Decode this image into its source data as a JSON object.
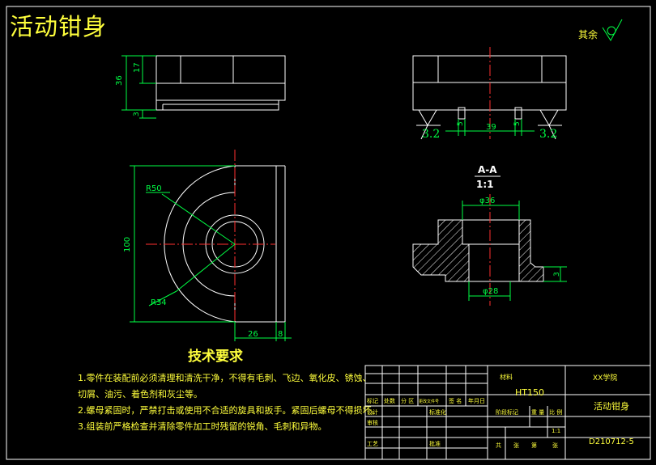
{
  "drawing": {
    "title": "活动钳身",
    "roughness_note": "其余",
    "section_label": "A-A",
    "section_scale": "1:1"
  },
  "dimensions": {
    "height_36": "36",
    "depth_17": "17",
    "small_3": "3",
    "top_5_left": "5",
    "top_39": "39",
    "top_5_right": "5",
    "rough_left": "3.2",
    "rough_right": "3.2",
    "radius_50": "R50",
    "radius_34": "R34",
    "width_100": "100",
    "bottom_26": "26",
    "bottom_8": "8",
    "dia_36": "φ36",
    "dia_28": "φ28",
    "side_3": "3"
  },
  "requirements": {
    "heading": "技术要求",
    "lines": [
      "1.零件在装配前必须清理和清洗干净，不得有毛刺、飞边、氧化皮、锈蚀、",
      "切屑、油污、着色剂和灰尘等。",
      "2.螺母紧固时，严禁打击或使用不合适的旋具和扳手。紧固后螺母不得损坏。",
      "3.组装前严格检查并清除零件加工时残留的锐角、毛刺和异物。"
    ]
  },
  "title_block": {
    "material_label": "材料",
    "material": "HT150",
    "school": "XX学院",
    "part_name": "活动钳身",
    "drawing_no": "D210712-5",
    "scale_value": "1:1",
    "col_mark": "标记",
    "col_count": "处数",
    "col_zone": "分 区",
    "col_change": "更改文件号",
    "col_sign": "签 名",
    "col_date": "年月日",
    "row_design": "设计",
    "row_check": "审核",
    "row_process": "工艺",
    "std": "标准化",
    "approve": "批准",
    "stage": "阶段标记",
    "weight": "重 量",
    "scale_label": "比 例",
    "sheets_a": "共",
    "sheets_b": "张",
    "sheets_c": "第",
    "sheets_d": "张"
  },
  "colors": {
    "outline": "#ffffff",
    "centerline": "#ff3030",
    "dimension": "#00ff44",
    "text": "#ffff3c",
    "border": "#ffffff"
  }
}
